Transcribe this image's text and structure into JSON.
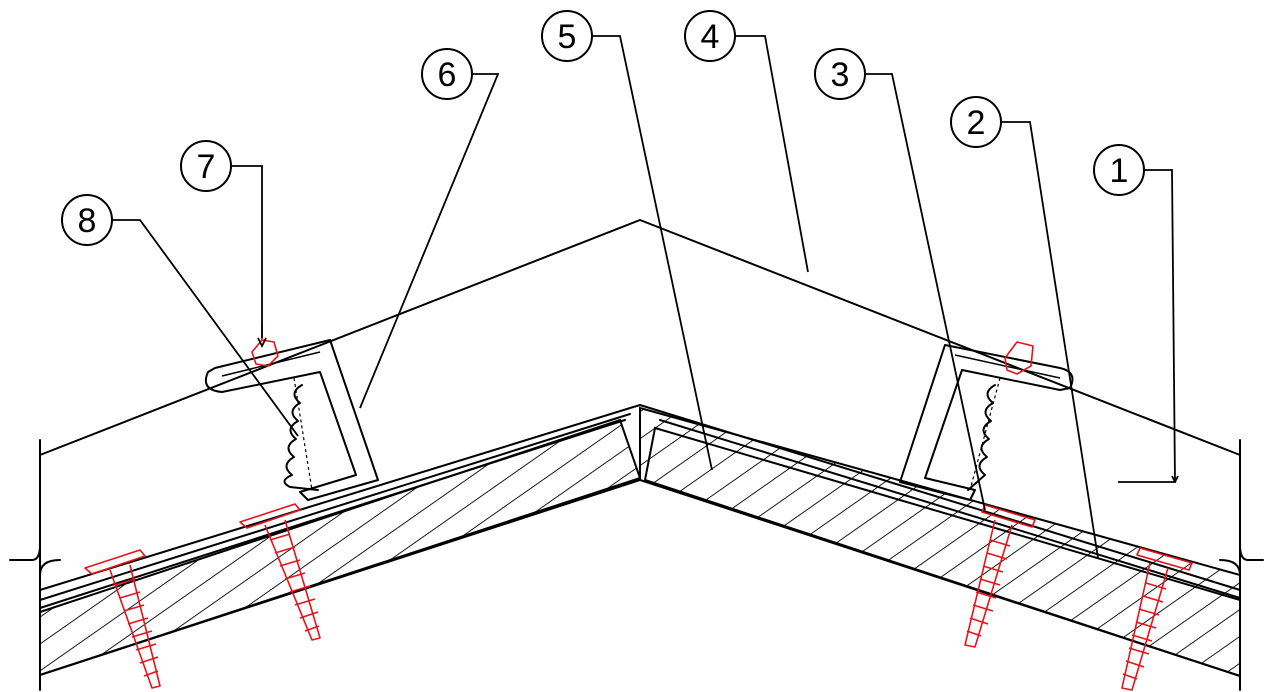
{
  "callouts": [
    {
      "id": "1",
      "label": "1"
    },
    {
      "id": "2",
      "label": "2"
    },
    {
      "id": "3",
      "label": "3"
    },
    {
      "id": "4",
      "label": "4"
    },
    {
      "id": "5",
      "label": "5"
    },
    {
      "id": "6",
      "label": "6"
    },
    {
      "id": "7",
      "label": "7"
    },
    {
      "id": "8",
      "label": "8"
    }
  ],
  "colors": {
    "outline": "#000000",
    "fastener": "#e8121b",
    "background": "#ffffff"
  }
}
